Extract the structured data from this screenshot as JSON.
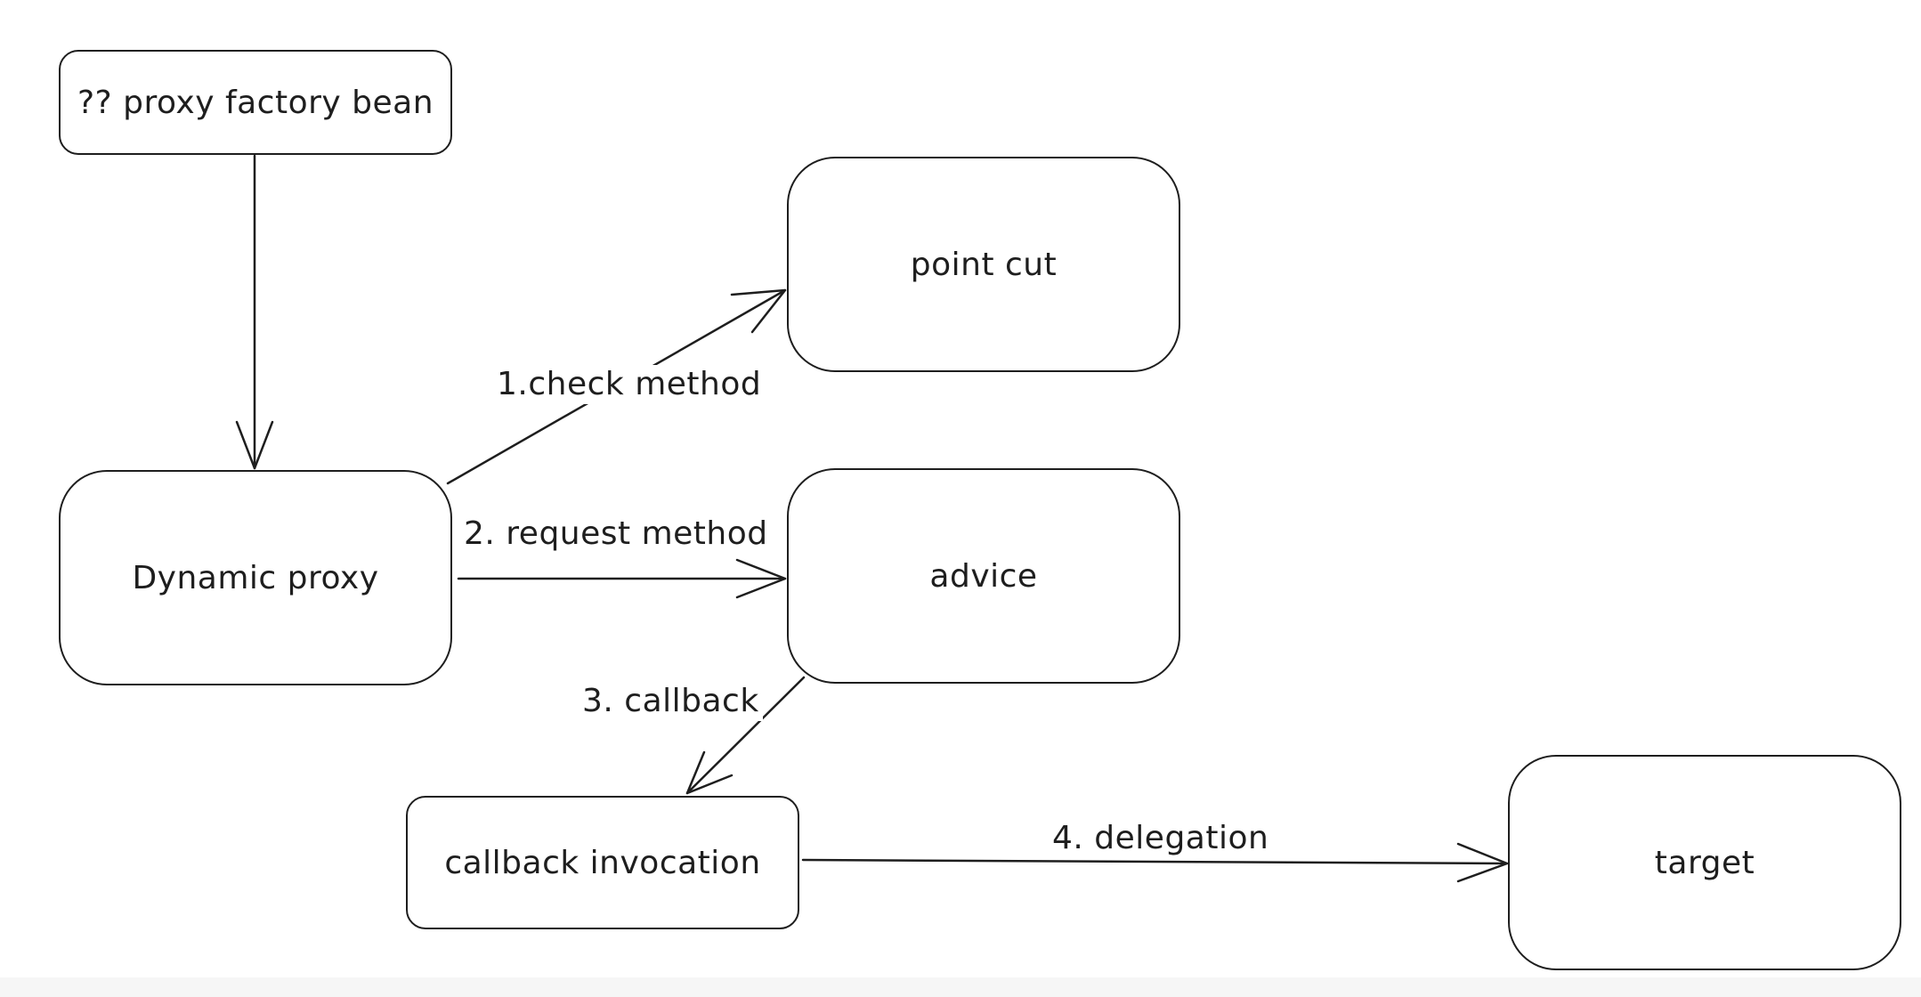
{
  "nodes": {
    "proxy_factory_bean": "?? proxy factory bean",
    "dynamic_proxy": "Dynamic proxy",
    "point_cut": "point cut",
    "advice": "advice",
    "callback_invocation": "callback invocation",
    "target": "target"
  },
  "edges": {
    "check_method": "1.check method",
    "request_method": "2. request method",
    "callback": "3. callback",
    "delegation": "4. delegation"
  },
  "colors": {
    "stroke": "#1e1e1e",
    "background": "#ffffff"
  }
}
